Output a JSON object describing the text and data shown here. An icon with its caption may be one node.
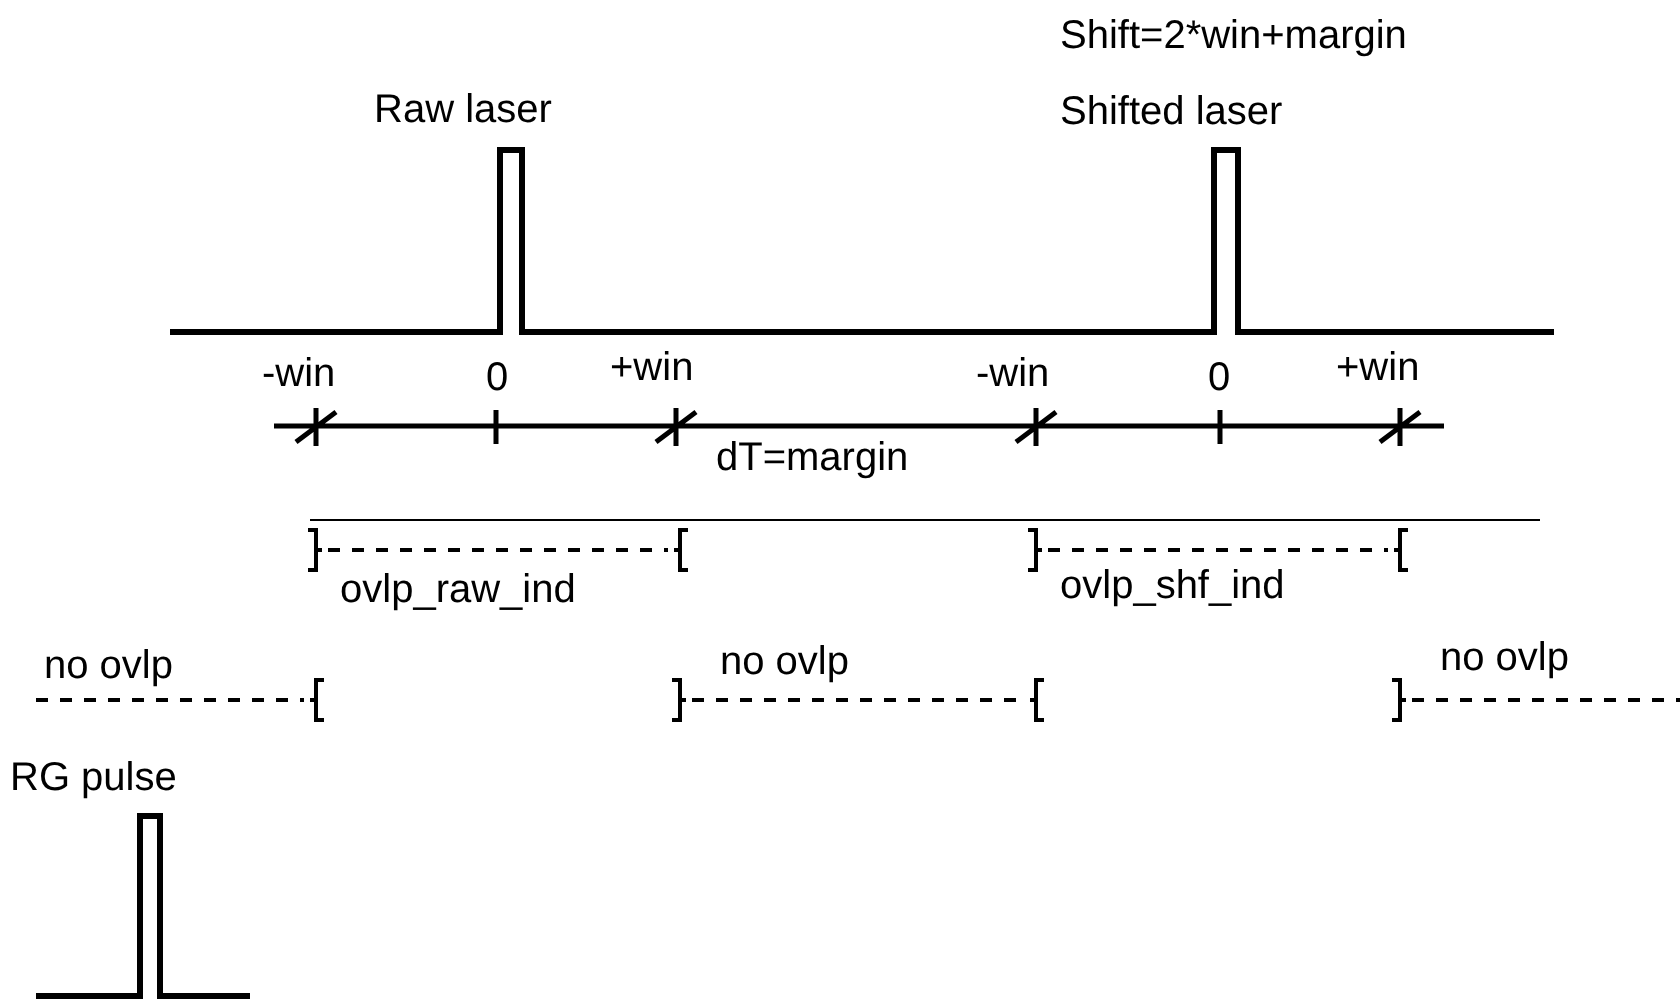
{
  "diagram": {
    "labels": [
      "Shift=2*win+margin",
      "Raw laser",
      "Shifted laser",
      "-win",
      "0",
      "+win",
      "-win",
      "0",
      "+win",
      "dT=margin",
      "ovlp_raw_ind",
      "ovlp_shf_ind",
      "no ovlp",
      "no ovlp",
      "no ovlp",
      "RG pulse"
    ]
  }
}
